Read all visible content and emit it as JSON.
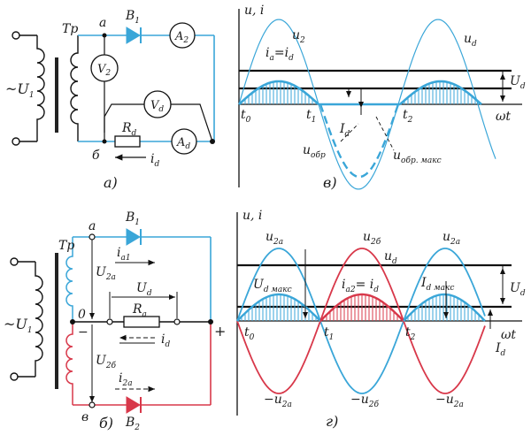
{
  "colors": {
    "blue": "#3aa6d8",
    "red": "#d8384a",
    "black": "#111111"
  },
  "panel_a": {
    "caption": "а)",
    "source": "~U",
    "source_sub": "1",
    "transformer": "Тр",
    "node_top": "а",
    "node_bottom": "б",
    "diode": "B",
    "diode_sub": "1",
    "ammeter_top": "A",
    "ammeter_top_sub": "2",
    "voltmeter_left": "V",
    "voltmeter_left_sub": "2",
    "voltmeter_load": "V",
    "voltmeter_load_sub": "d",
    "resistor": "R",
    "resistor_sub": "d",
    "ammeter_load": "A",
    "ammeter_load_sub": "d",
    "current": "i",
    "current_sub": "d"
  },
  "panel_b": {
    "caption": "б)",
    "source": "~U",
    "source_sub": "1",
    "transformer": "Тр",
    "node_top": "а",
    "node_mid": "0",
    "node_bottom": "в",
    "diode_top": "B",
    "diode_top_sub": "1",
    "diode_bottom": "B",
    "diode_bottom_sub": "2",
    "u_top": "U",
    "u_top_sub": "2а",
    "u_bottom": "U",
    "u_bottom_sub": "2б",
    "i_top": "i",
    "i_top_sub": "а1",
    "i_bottom": "i",
    "i_bottom_sub": "2а",
    "ud": "U",
    "ud_sub": "d",
    "resistor": "R",
    "resistor_sub": "а",
    "i_load": "i",
    "i_load_sub": "d",
    "minus": "−",
    "plus": "+",
    "minus2": "−"
  },
  "graph_v": {
    "caption": "в)",
    "y_axis": "u, i",
    "x_axis": "ωt",
    "u2": "u",
    "u2_sub": "2",
    "ud": "u",
    "ud_sub": "d",
    "ia_id": "i",
    "ia_id_sub1": "а",
    "ia_id_mid": "=i",
    "ia_id_sub2": "d",
    "Ud": "U",
    "Ud_sub": "d",
    "Id": "I",
    "Id_sub": "d",
    "t0": "t",
    "t0_sub": "0",
    "t1": "t",
    "t1_sub": "1",
    "t2": "t",
    "t2_sub": "2",
    "uobr": "u",
    "uobr_sub": "обр",
    "uobr_max": "u",
    "uobr_max_sub": "обр. макс"
  },
  "graph_g": {
    "caption": "г)",
    "y_axis": "u, i",
    "x_axis": "ωt",
    "u2a_1": "u",
    "u2a_1_sub": "2а",
    "u2b": "u",
    "u2b_sub": "2б",
    "ud": "u",
    "ud_sub": "d",
    "u2a_2": "u",
    "u2a_2_sub": "2а",
    "ud_max": "U",
    "ud_max_sub": "d макс",
    "ia2": "i",
    "ia2_sub1": "а2",
    "ia2_mid": "= i",
    "ia2_sub2": "d",
    "id_max": "I",
    "id_max_sub": "d макс",
    "Ud": "U",
    "Ud_sub": "d",
    "Id": "I",
    "Id_sub": "d",
    "t0": "t",
    "t0_sub": "0",
    "t1": "t",
    "t1_sub": "1",
    "t2": "t",
    "t2_sub": "2",
    "neg_u2a_1": "−u",
    "neg_u2a_1_sub": "2а",
    "neg_u2b": "−u",
    "neg_u2b_sub": "2б",
    "neg_u2a_2": "−u",
    "neg_u2a_2_sub": "2а"
  }
}
